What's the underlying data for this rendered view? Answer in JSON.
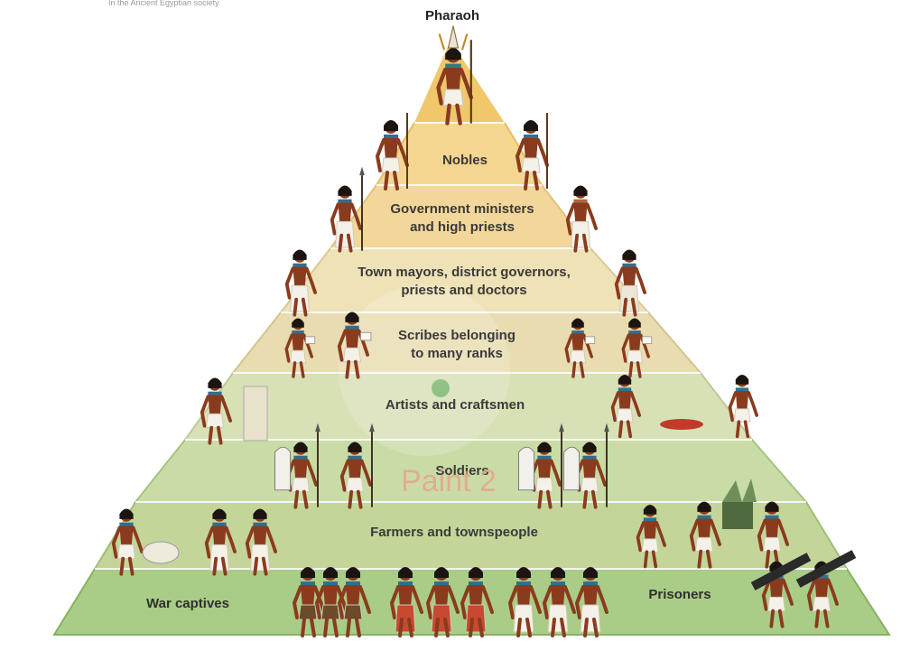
{
  "header_scan_text": "In the Ancient Egyptian society",
  "apex": {
    "label": "Pharaoh"
  },
  "tiers": [
    {
      "id": "nobles",
      "lines": [
        "Nobles"
      ]
    },
    {
      "id": "ministers",
      "lines": [
        "Government ministers",
        "and high priests"
      ]
    },
    {
      "id": "mayors",
      "lines": [
        "Town mayors, district governors,",
        "priests and doctors"
      ]
    },
    {
      "id": "scribes",
      "lines": [
        "Scribes belonging",
        "to many ranks"
      ]
    },
    {
      "id": "artists",
      "lines": [
        "Artists and craftsmen"
      ]
    },
    {
      "id": "soldiers",
      "lines": [
        "Soldiers"
      ]
    },
    {
      "id": "farmers",
      "lines": [
        "Farmers and townspeople"
      ]
    },
    {
      "id": "base",
      "lines": []
    }
  ],
  "base_labels": {
    "left": "War captives",
    "right": "Prisoners"
  },
  "watermark": "Paint 2",
  "colors": {
    "apex_fill": "#f0c76a",
    "tier_fills": [
      "#f4d690",
      "#f3d79a",
      "#efe2b6",
      "#e8dcb0",
      "#d8e0b6",
      "#c9dca6",
      "#c4d59a",
      "#a9cc86"
    ],
    "tier_edges": [
      "#e3bd66",
      "#e1c07a",
      "#d7c995",
      "#d1c58f",
      "#bdc99a",
      "#a7c283",
      "#9fbd77",
      "#86b363"
    ],
    "skin": "#8a3b1e",
    "linen": "#f4f1e8"
  }
}
